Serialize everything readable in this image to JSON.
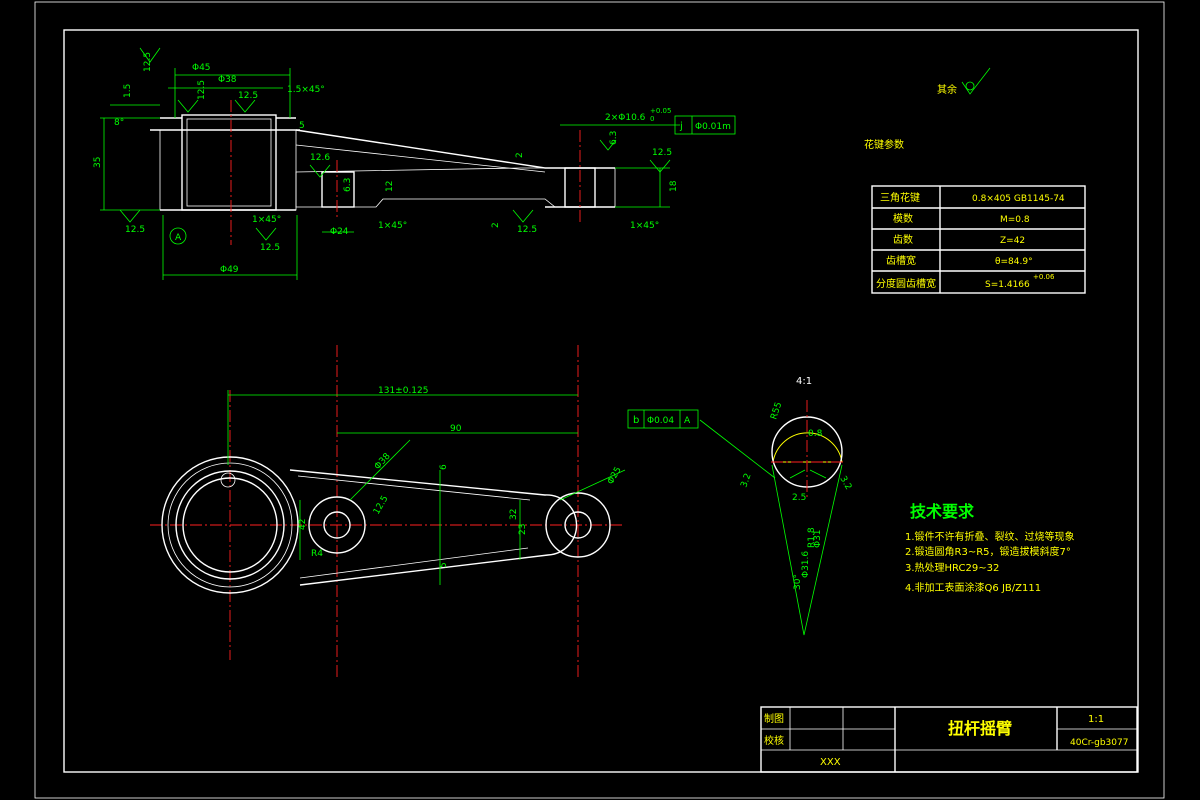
{
  "roughness_note": {
    "label": "其余"
  },
  "gear_params": {
    "title": "花键参数",
    "rows": [
      {
        "name": "三角花键",
        "value": "0.8×405 GB1145-74"
      },
      {
        "name": "模数",
        "value": "M=0.8"
      },
      {
        "name": "齿数",
        "value": "Z=42"
      },
      {
        "name": "齿槽宽",
        "value": "θ=84.9°"
      },
      {
        "name": "分度圆齿槽宽",
        "value": "S=1.4166"
      },
      {
        "name": "",
        "value": "+0.06"
      }
    ]
  },
  "tech_requirements": {
    "title": "技术要求",
    "items": [
      "1.锻件不许有折叠、裂纹、过烧等现象",
      "2.锻造圆角R3~R5，锻造拔模斜度7°",
      "3.热处理HRC29~32",
      "4.非加工表面涂漆Q6 JB/Z111"
    ]
  },
  "detail_scale": "4:1",
  "title_block": {
    "drawn_label": "制图",
    "checked_label": "校核",
    "part_name": "扭杆摇臂",
    "scale": "1:1",
    "material": "40Cr-gb3077",
    "author": "XXX"
  },
  "section_view": {
    "dims": [
      "Φ45",
      "Φ38",
      "1.5×45°",
      "12.5",
      "12.5",
      "12.5",
      "1.5",
      "8°",
      "35",
      "5",
      "12.6",
      "6.3",
      "12",
      "1×45°",
      "1×45°",
      "Φ24",
      "Φ49",
      "12.5",
      "12.5",
      "2",
      "2",
      "12.5",
      "18",
      "1×45°",
      "A",
      "2×Φ10.6",
      "+0.05",
      "0",
      "6.3",
      "12.5"
    ],
    "tolerance_frame": {
      "symbol": "j",
      "value": "Φ0.01m"
    }
  },
  "plan_view": {
    "dims": [
      "131±0.125",
      "90",
      "Φ38",
      "42",
      "R4",
      "6",
      "12.5",
      "32",
      "23",
      "Φ25",
      "5"
    ],
    "position_frame": {
      "symbol": "b",
      "value": "Φ0.04",
      "datum": "A"
    }
  },
  "detail_view": {
    "dims": [
      "R55",
      "0.8",
      "3.2",
      "2.5",
      "3.2",
      "R1.8",
      "Φ31.6",
      "30°",
      "Φ31"
    ]
  }
}
